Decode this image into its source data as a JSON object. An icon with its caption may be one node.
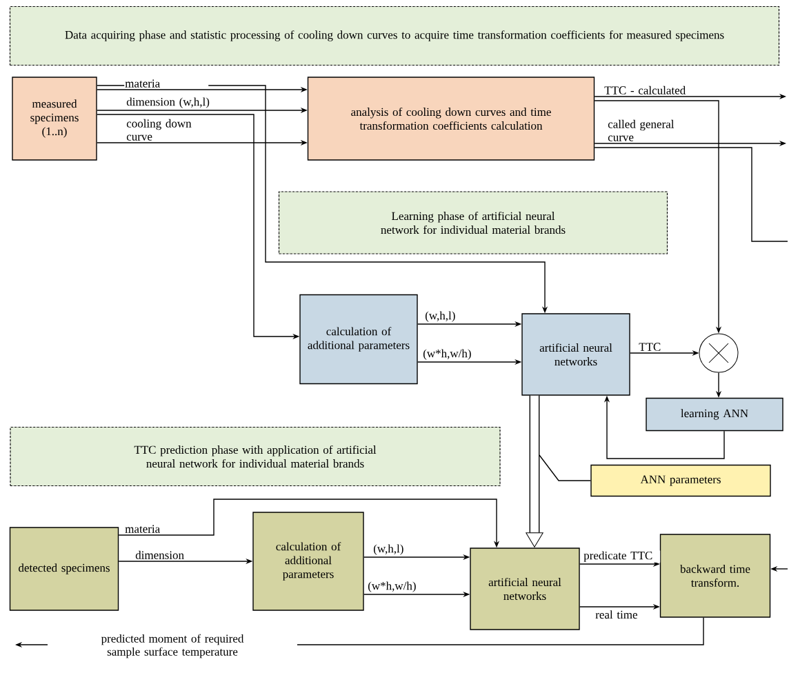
{
  "diagram": {
    "nodes": [
      {
        "text": [
          "Data acquiring phase and statistic processing of cooling down curves to acquire time transformation coefficients for measured specimens"
        ]
      },
      {
        "text": [
          "measured specimens (1..n)"
        ]
      },
      {
        "text": [
          "analysis of cooling down curves and time transformation coefficients calculation"
        ]
      },
      {
        "text": [
          "Learning phase of artificial neural network for individual material brands"
        ]
      },
      {
        "text": [
          "calculation of additional parameters"
        ]
      },
      {
        "text": [
          "artificial neural networks"
        ]
      },
      {
        "text": [],
        "shape": "circle"
      },
      {
        "text": [
          "learning ANN"
        ]
      },
      {
        "text": [
          "TTC prediction phase with application of artificial neural network for individual material brands"
        ]
      },
      {
        "text": [
          "ANN parameters"
        ]
      },
      {
        "text": [
          "detected specimens"
        ]
      },
      {
        "text": [
          "calculation of additional parameters"
        ]
      },
      {
        "text": [
          "artificial neural networks"
        ]
      },
      {
        "text": [
          "backward time transform."
        ]
      }
    ],
    "edges": [
      {
        "from": 1,
        "to": 2,
        "arrow": "to",
        "label": "materia"
      },
      {
        "from": 1,
        "to": 2,
        "arrow": "to",
        "label": "dimension (w,h,l)"
      },
      {
        "from": 1,
        "to": 2,
        "arrow": "to",
        "label": "cooling down curve"
      },
      {
        "from": 2,
        "to": null,
        "arrow": "to",
        "label": "TTC - calculated"
      },
      {
        "from": 2,
        "to": null,
        "arrow": "to",
        "label": "called general curve"
      },
      {
        "from": 2,
        "to": 6,
        "arrow": "to"
      },
      {
        "from": 1,
        "to": 5,
        "arrow": "to"
      },
      {
        "from": 1,
        "to": 4,
        "arrow": "to"
      },
      {
        "from": 4,
        "to": 5,
        "arrow": "to",
        "label": "(w,h,l)"
      },
      {
        "from": 4,
        "to": 5,
        "arrow": "to",
        "label": "(w*h,w/h)"
      },
      {
        "from": 5,
        "to": 6,
        "arrow": "to",
        "label": "TTC"
      },
      {
        "from": 6,
        "to": 7,
        "arrow": "to"
      },
      {
        "from": 7,
        "to": 5,
        "arrow": "to"
      },
      {
        "from": 5,
        "to": 12,
        "arrow": "to",
        "style": "thick"
      },
      {
        "from": 9,
        "to": null,
        "arrow": "none"
      },
      {
        "from": 2,
        "to": null,
        "arrow": "none"
      },
      {
        "from": null,
        "to": 13,
        "arrow": "to"
      },
      {
        "from": 10,
        "to": 12,
        "arrow": "to",
        "label": "materia"
      },
      {
        "from": 10,
        "to": 11,
        "arrow": "to",
        "label": "dimension"
      },
      {
        "from": 11,
        "to": 12,
        "arrow": "to",
        "label": "(w,h,l)"
      },
      {
        "from": 11,
        "to": 12,
        "arrow": "to",
        "label": "(w*h,w/h)"
      },
      {
        "from": 12,
        "to": 13,
        "arrow": "to",
        "label": "predicate TTC"
      },
      {
        "from": 12,
        "to": 13,
        "arrow": "to",
        "label": "real time"
      },
      {
        "from": 13,
        "to": null,
        "arrow": "to",
        "label": "predicted moment of required sample surface temperature"
      }
    ]
  }
}
